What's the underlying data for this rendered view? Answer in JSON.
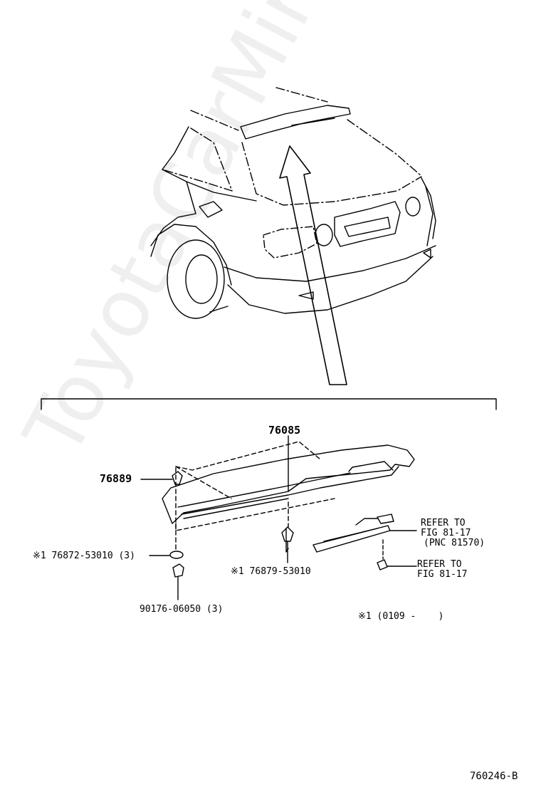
{
  "parts": {
    "spoiler": "76085",
    "clip": "76889",
    "washer": "※1 76872-53010 (3)",
    "grommet": "※1 76879-53010",
    "nut": "90176-06050 (3)"
  },
  "refer_lamp": {
    "line1": "REFER TO",
    "line2": "FIG 81-17",
    "line3": "(PNC 81570)"
  },
  "refer_screw": {
    "line1": "REFER TO",
    "line2": "FIG 81-17"
  },
  "note": "※1 (0109 -    )",
  "figure_code": "760246-B",
  "watermark": "ToyotaCarMir.ru"
}
